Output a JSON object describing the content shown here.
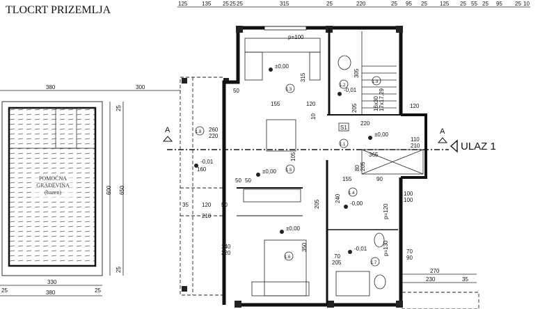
{
  "title": "TLOCRT PRIZEMLJA",
  "top_dims": [
    "125",
    "135",
    "25",
    "25",
    "25",
    "315",
    "25",
    "220",
    "25",
    "95",
    "25",
    "125",
    "25",
    "55",
    "25",
    "95",
    "25",
    "10"
  ],
  "accessory": {
    "label": [
      "POMOĆNA",
      "GRAĐEVINA",
      "(bazen)"
    ],
    "dims": {
      "top_width": "380",
      "gap": "300",
      "inner_height": "600",
      "outer_height": "650",
      "top_offset": "25",
      "bottom_offset": "25",
      "inner_width": "330",
      "left_offset": "25",
      "right_offset": "25",
      "outer_width": "380"
    }
  },
  "section": {
    "marker_left": "A",
    "marker_right": "A"
  },
  "entrance": "ULAZ 1",
  "rooms": [
    "1.1",
    "1.2",
    "1.3",
    "1.4",
    "1.5",
    "1.6",
    "1.7",
    "1.8",
    "1.9",
    "S1"
  ],
  "elevations": {
    "zero": "±0,00",
    "minus": "-0,01",
    "minus_zero": "-0,00"
  },
  "annotations": {
    "sill_100": "p=100",
    "h315": "315",
    "h305": "305",
    "stairs_a": "16x30",
    "stairs_b": "17x17,29",
    "d50": "50",
    "d155": "155",
    "d120": "120",
    "d10": "10",
    "win_260": "260",
    "win_220": "220",
    "d160": "160",
    "d50b": "50",
    "d50c": "50",
    "d105": "105",
    "d205": "205",
    "d220": "220",
    "door_110": "110",
    "door_210": "210",
    "d120e": "120",
    "d365": "365",
    "door_80": "80",
    "door_205": "205",
    "d155b": "155",
    "d90": "90",
    "d35": "35",
    "d120t": "120",
    "d50t": "50",
    "d210": "210",
    "d240": "240",
    "d205b": "205",
    "win_100a": "100",
    "win_100b": "100",
    "sill_120": "p=120",
    "door_140": "140",
    "door_220": "220",
    "h350": "350",
    "door_70": "70",
    "door_205b": "205",
    "win_70": "70",
    "win_90": "90",
    "sill_130": "p=130",
    "d270": "270",
    "d230": "230",
    "d35b": "35"
  }
}
